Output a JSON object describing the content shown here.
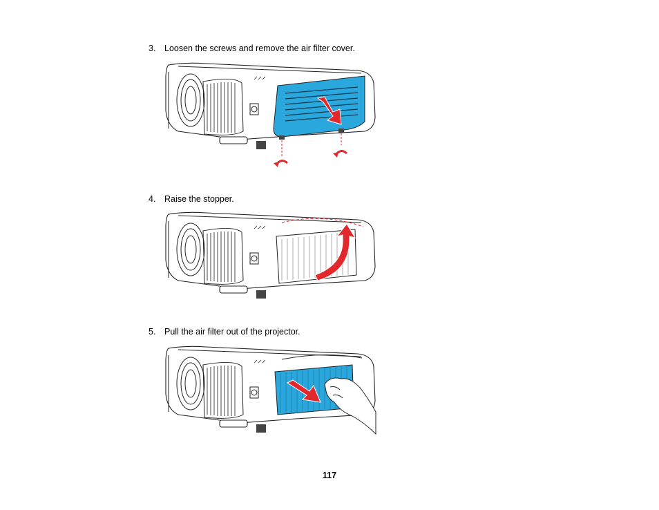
{
  "steps": [
    {
      "number": "3.",
      "text": "Loosen the screws and remove the air filter cover."
    },
    {
      "number": "4.",
      "text": "Raise the stopper."
    },
    {
      "number": "5.",
      "text": "Pull the air filter out of the projector."
    }
  ],
  "page_number": "117",
  "colors": {
    "highlight_blue": "#2aa7dc",
    "arrow_red": "#e1282c",
    "outline": "#222222"
  },
  "figures": [
    {
      "label": "illustration-remove-filter-cover",
      "icons": [
        "projector-illustration",
        "removal-arrow-icon",
        "screw-loosen-icon"
      ]
    },
    {
      "label": "illustration-raise-stopper",
      "icons": [
        "projector-illustration",
        "curved-up-arrow-icon"
      ]
    },
    {
      "label": "illustration-pull-filter",
      "icons": [
        "projector-illustration",
        "pull-arrow-icon",
        "hand-illustration"
      ]
    }
  ]
}
